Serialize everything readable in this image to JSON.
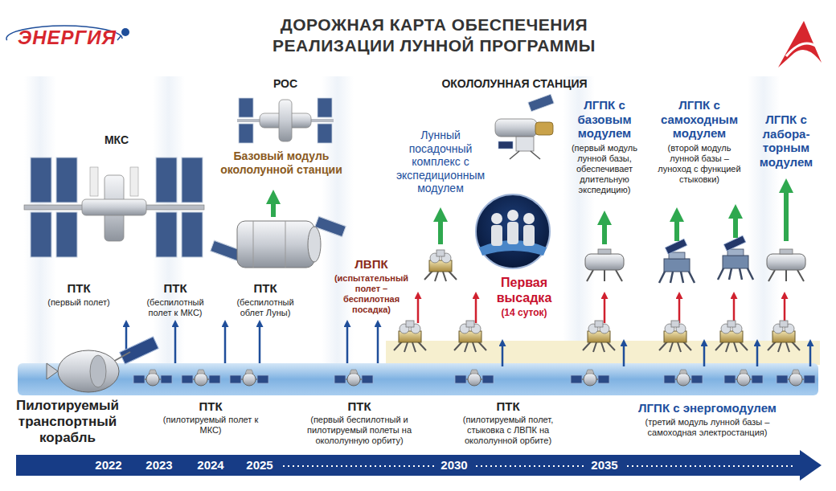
{
  "diagram": {
    "title": "ДОРОЖНАЯ КАРТА ОБЕСПЕЧЕНИЯ РЕАЛИЗАЦИИ ЛУННОЙ ПРОГРАММЫ",
    "nodes": [
      {
        "text": [
          "2022",
          "2023",
          "2024",
          "2025",
          "2030",
          "2035"
        ]
      }
    ],
    "labels": [
      "ЭНЕРГИЯ",
      "МКС",
      "РОС",
      "ОКОЛОЛУННАЯ СТАНЦИЯ",
      "Базовый модуль окололунной станции",
      "Лунный посадочный комплекс с экспедиционным модулем",
      "ЛГПК с базовым модулем",
      "(первый модуль лунной базы, обеспечивает длительную экспедицию)",
      "ЛГПК с самоходным модулем",
      "(второй модуль лунной базы – луноход с функцией стыковки)",
      "ЛГПК с лабора- торным модулем",
      "ЛВПК",
      "(испытательный полет – беспилотная посадка)",
      "Первая высадка",
      "(14 суток)",
      "ПТК",
      "(первый полет)",
      "ПТК",
      "(беспилотный полет к МКС)",
      "ПТК",
      "(беспилотный облет Луны)",
      "Пилотируемый транспортный корабль",
      "ПТК",
      "(пилотируемый полет к МКС)",
      "ПТК",
      "(первый беспилотный и пилотируемый полеты на окололунную орбиту)",
      "ПТК",
      "(пилотируемый полет, стыковка с ЛВПК на окололунной орбите)",
      "ЛГПК с энергомодулем",
      "(третий модуль лунной базы – самоходная электростанция)"
    ]
  }
}
